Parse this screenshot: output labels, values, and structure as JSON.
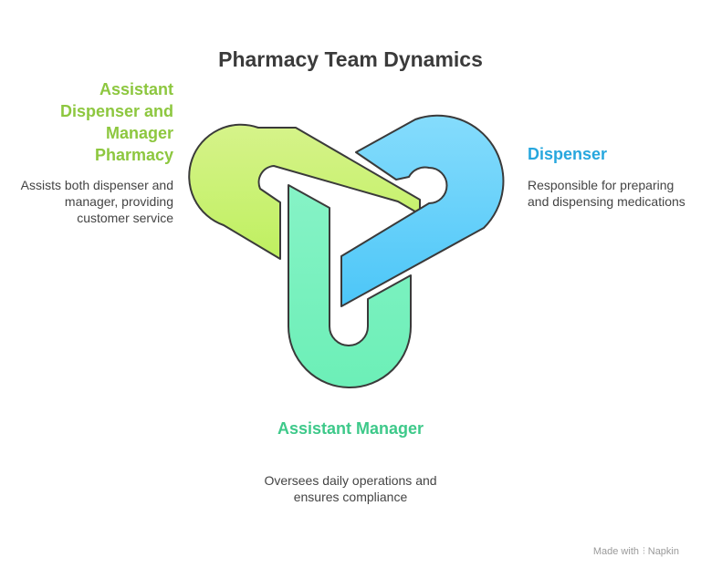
{
  "title": "Pharmacy Team Dynamics",
  "nodes": [
    {
      "id": "left",
      "label": "Assistant Dispenser and Manager Pharmacy",
      "description": "Assists both dispenser and manager, providing customer service",
      "color": "#8dc73f"
    },
    {
      "id": "right",
      "label": "Dispenser",
      "description": "Responsible for preparing and dispensing medications",
      "color": "#27a7de"
    },
    {
      "id": "bottom",
      "label": "Assistant Manager",
      "description": "Oversees daily operations and ensures compliance",
      "color": "#3ec98a"
    }
  ],
  "colors": {
    "green_loop": "#cdf07a",
    "blue_loop": "#6fd2fb",
    "teal_loop": "#7bf2c0",
    "outline": "#3a3a3a"
  },
  "footer": {
    "made_with": "Made with",
    "brand": "Napkin",
    "brand_icon": "napkin-logo-icon"
  }
}
